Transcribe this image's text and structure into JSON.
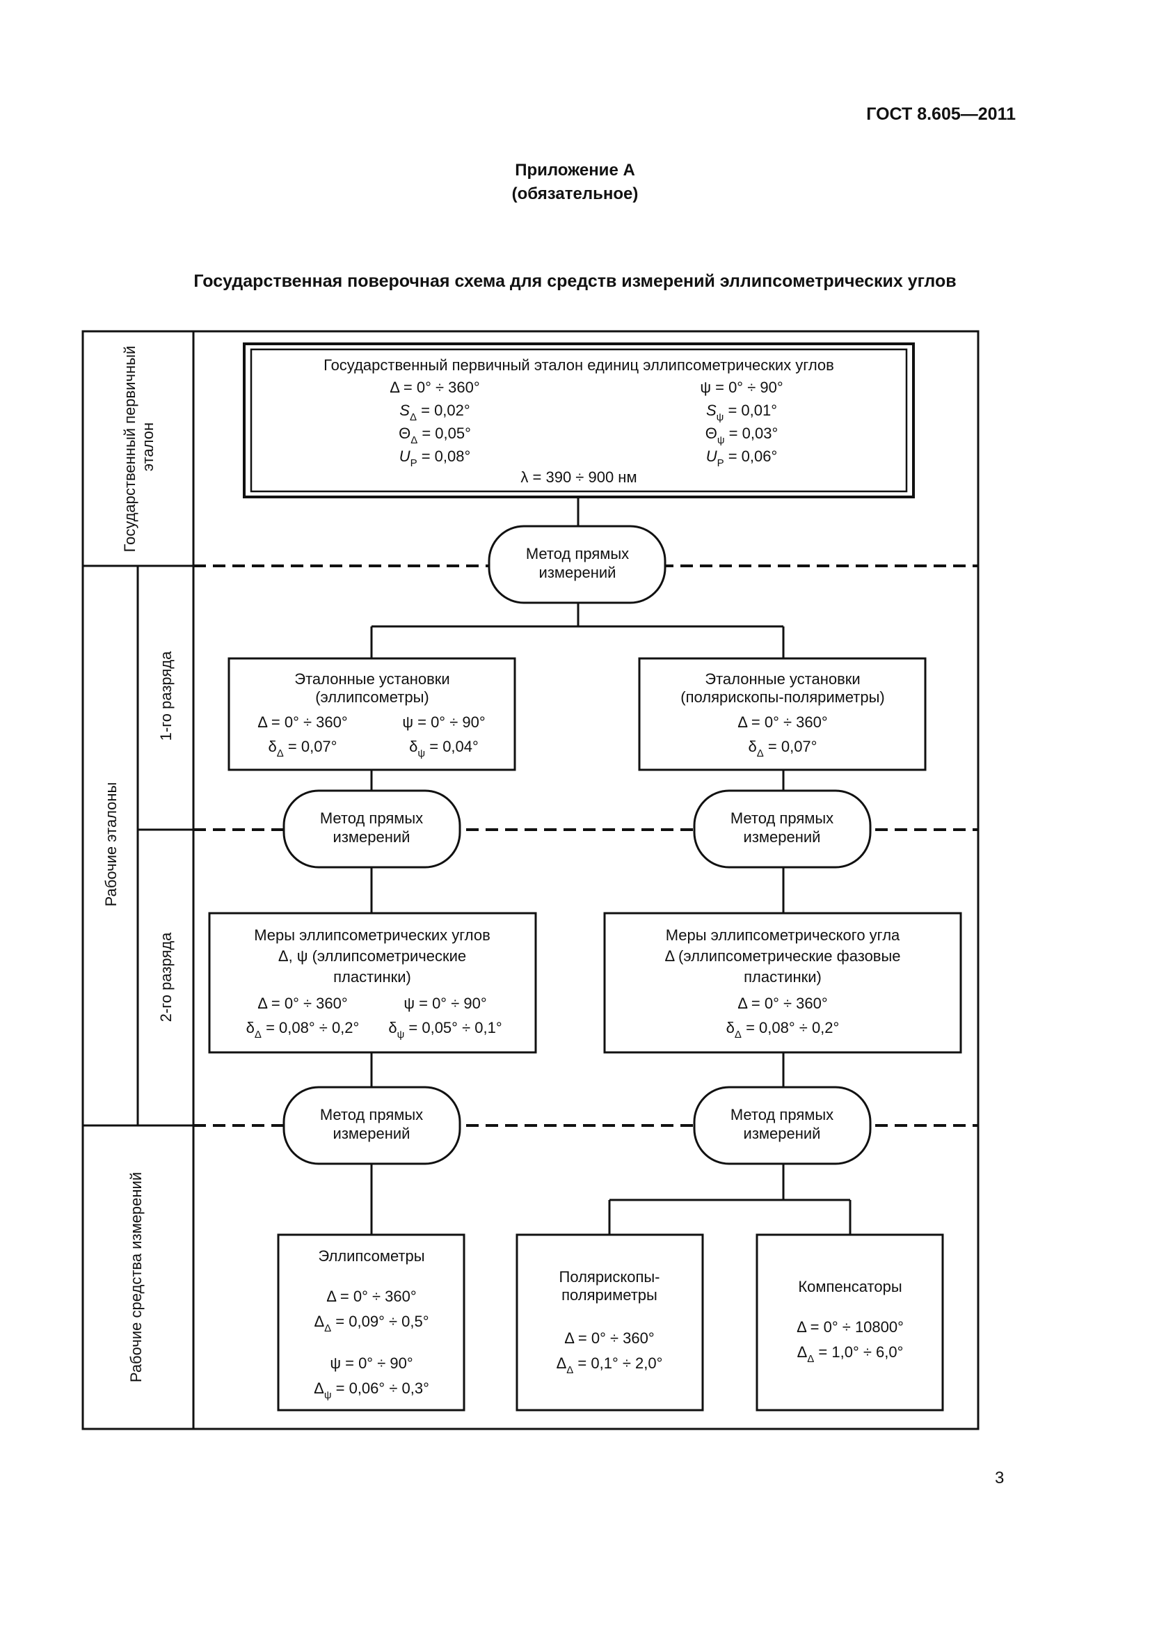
{
  "header": {
    "standard_code": "ГОСТ 8.605—2011"
  },
  "annex": {
    "title": "Приложение А",
    "subtitle": "(обязательное)"
  },
  "scheme_title": "Государственная поверочная схема для средств измерений эллипсометрических углов",
  "side_labels": {
    "primary": [
      "Государственный первичный",
      "эталон"
    ],
    "working_standards": "Рабочие эталоны",
    "first_rank": "1-го разряда",
    "second_rank": "2-го разряда",
    "working_instruments": "Рабочие средства измерений"
  },
  "primary_standard": {
    "title": "Государственный первичный эталон единиц эллипсометрических углов",
    "delta_range": "Δ = 0° ÷ 360°",
    "psi_range": "ψ = 0° ÷ 90°",
    "s_delta_sym": "S",
    "s_delta_sub": "Δ",
    "s_delta_val": " = 0,02°",
    "s_psi_sym": "S",
    "s_psi_sub": "ψ",
    "s_psi_val": " = 0,01°",
    "theta_delta_sym": "Θ",
    "theta_delta_sub": "Δ",
    "theta_delta_val": " = 0,05°",
    "theta_psi_sym": "Θ",
    "theta_psi_sub": "ψ",
    "theta_psi_val": " = 0,03°",
    "u_delta_sym": "U",
    "u_delta_sub": "P",
    "u_delta_val": " = 0,08°",
    "u_psi_sym": "U",
    "u_psi_sub": "P",
    "u_psi_val": " = 0,06°",
    "lambda": "λ = 390 ÷ 900 нм"
  },
  "method": {
    "line1": "Метод прямых",
    "line2": "измерений"
  },
  "first_rank": {
    "left": {
      "title": "Эталонные установки",
      "subtitle": "(эллипсометры)",
      "delta_range": "Δ = 0° ÷ 360°",
      "psi_range": "ψ = 0° ÷ 90°",
      "d_delta_sym": "δ",
      "d_delta_sub": "Δ",
      "d_delta_val": " = 0,07°",
      "d_psi_sym": "δ",
      "d_psi_sub": "ψ",
      "d_psi_val": " = 0,04°"
    },
    "right": {
      "title": "Эталонные установки",
      "subtitle": "(поляриcкопы-поляриметры)",
      "delta_range": "Δ = 0° ÷ 360°",
      "d_delta_sym": "δ",
      "d_delta_sub": "Δ",
      "d_delta_val": " = 0,07°"
    }
  },
  "second_rank": {
    "left": {
      "line1": "Меры эллипсометрических углов",
      "line2": "Δ, ψ (эллипсометрические",
      "line3": "пластинки)",
      "delta_range": "Δ = 0° ÷ 360°",
      "psi_range": "ψ = 0° ÷ 90°",
      "d_delta_sym": "δ",
      "d_delta_sub": "Δ",
      "d_delta_val": " = 0,08° ÷ 0,2°",
      "d_psi_sym": "δ",
      "d_psi_sub": "ψ",
      "d_psi_val": " = 0,05° ÷ 0,1°"
    },
    "right": {
      "line1": "Меры эллипсометрического угла",
      "line2": "Δ (эллипсометрические фазовые",
      "line3": "пластинки)",
      "delta_range": "Δ = 0° ÷ 360°",
      "d_delta_sym": "δ",
      "d_delta_sub": "Δ",
      "d_delta_val": " = 0,08° ÷ 0,2°"
    }
  },
  "working_instruments": {
    "ellipsometers": {
      "title": "Эллипсометры",
      "delta_range": "Δ = 0° ÷ 360°",
      "err_delta_sym": "Δ",
      "err_delta_sub": "Δ",
      "err_delta_val": " = 0,09° ÷ 0,5°",
      "psi_range": "ψ = 0° ÷ 90°",
      "err_psi_sym": "Δ",
      "err_psi_sub": "ψ",
      "err_psi_val": " = 0,06° ÷ 0,3°"
    },
    "polariscopes": {
      "line1": "Поляриcкопы-",
      "line2": "поляриметры",
      "delta_range": "Δ = 0° ÷ 360°",
      "err_delta_sym": "Δ",
      "err_delta_sub": "Δ",
      "err_delta_val": " = 0,1° ÷ 2,0°"
    },
    "compensators": {
      "title": "Компенсаторы",
      "delta_range": "Δ = 0° ÷ 10800°",
      "err_delta_sym": "Δ",
      "err_delta_sub": "Δ",
      "err_delta_val": " = 1,0° ÷ 6,0°"
    }
  },
  "page_number": "3"
}
